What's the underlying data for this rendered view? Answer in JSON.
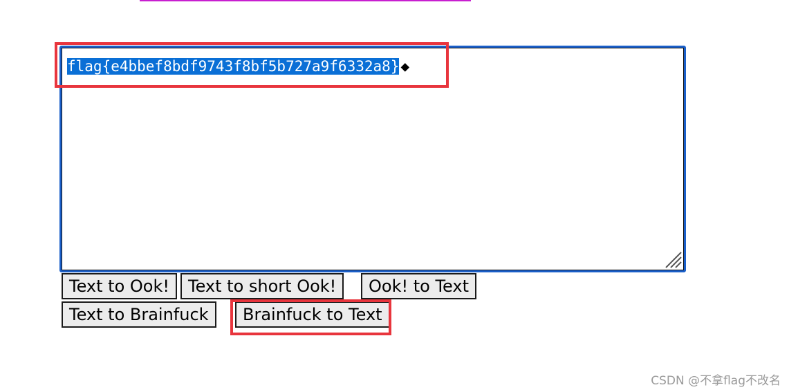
{
  "editor": {
    "text": "flag{e4bbef8bdf9743f8bf5b727a9f6332a8}",
    "trailing_glyph": "◆"
  },
  "buttons": {
    "text_to_ook": "Text to Ook!",
    "text_to_short_ook": "Text to short Ook!",
    "ook_to_text": "Ook! to Text",
    "text_to_brainfuck": "Text to Brainfuck",
    "brainfuck_to_text": "Brainfuck to Text"
  },
  "colors": {
    "highlight_box": "#e8353d",
    "selection": "#0a6fd6",
    "editor_focus_border": "#1a5fc9",
    "top_rule": "#c81fd0"
  },
  "watermark": "CSDN @不拿flag不改名"
}
